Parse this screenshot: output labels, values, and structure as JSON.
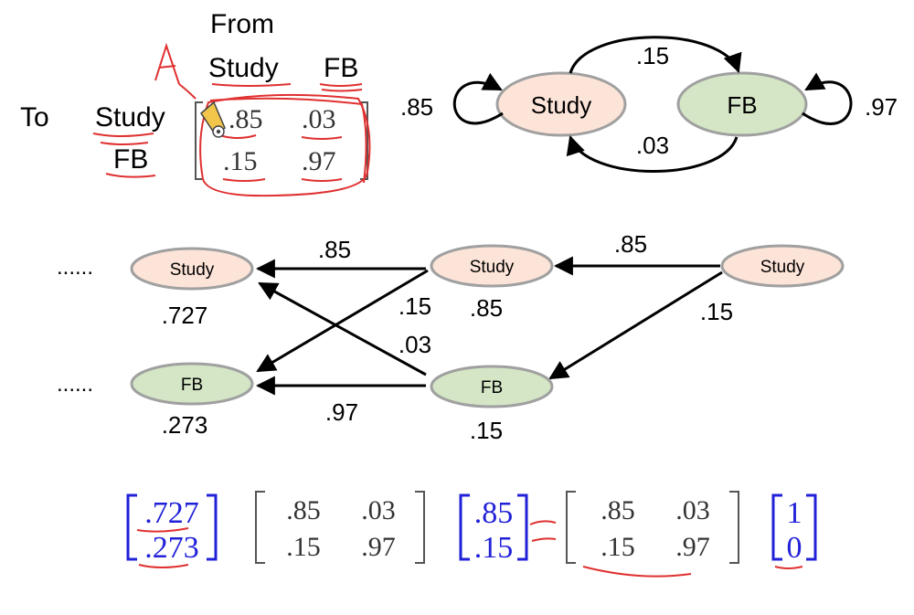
{
  "header": {
    "from": "From",
    "to": "To",
    "col_study": "Study",
    "col_fb": "FB",
    "row_study": "Study",
    "row_fb": "FB",
    "annotation_letter": "A"
  },
  "matrix_top": {
    "r1c1": ".85",
    "r1c2": ".03",
    "r2c1": ".15",
    "r2c2": ".97"
  },
  "state_diagram": {
    "study": "Study",
    "fb": "FB",
    "self_study": ".85",
    "self_fb": ".97",
    "study_to_fb": ".15",
    "fb_to_study": ".03"
  },
  "trellis": {
    "dots_top": "......",
    "dots_bottom": "......",
    "left_study": "Study",
    "left_fb": "FB",
    "mid_study": "Study",
    "mid_fb": "FB",
    "right_study": "Study",
    "left_study_value": ".727",
    "left_fb_value": ".273",
    "mid_study_value": ".85",
    "mid_fb_value": ".15",
    "edge_mid_study_to_left_study": ".85",
    "edge_mid_study_to_left_fb": ".15",
    "edge_mid_fb_to_left_study": ".03",
    "edge_mid_fb_to_left_fb": ".97",
    "edge_right_study_to_mid_study": ".85",
    "edge_right_study_to_mid_fb": ".15"
  },
  "equation": {
    "v1_top": ".727",
    "v1_bottom": ".273",
    "m1_r1c1": ".85",
    "m1_r1c2": ".03",
    "m1_r2c1": ".15",
    "m1_r2c2": ".97",
    "v2_top": ".85",
    "v2_bottom": ".15",
    "m2_r1c1": ".85",
    "m2_r1c2": ".03",
    "m2_r2c1": ".15",
    "m2_r2c2": ".97",
    "v3_top": "1",
    "v3_bottom": "0"
  },
  "colors": {
    "study_fill": "#fde4d8",
    "fb_fill": "#d4e6c5",
    "node_stroke": "#a0a0a0",
    "vector_blue": "#2121d8",
    "annotation_red": "#e03030",
    "bracket_gray": "#555555"
  }
}
